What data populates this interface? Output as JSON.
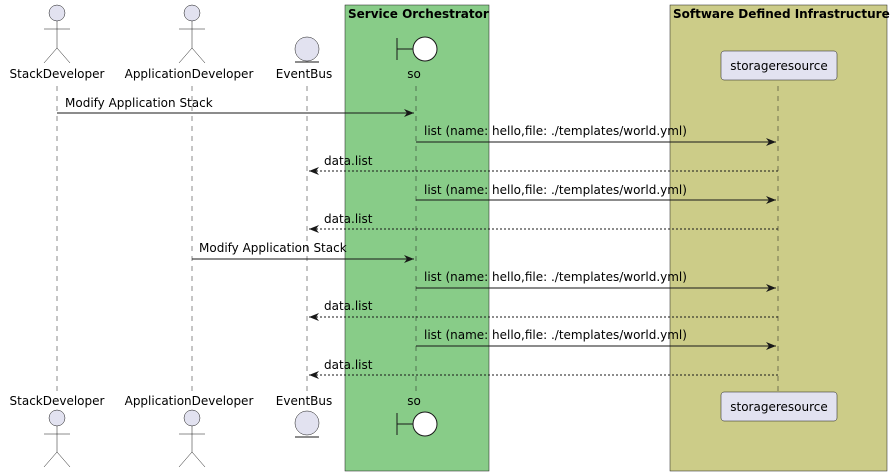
{
  "boxes": [
    {
      "title": "Service Orchestrator",
      "color": "#88CC88"
    },
    {
      "title": "Software Defined Infrastructure",
      "color": "#CCCC88"
    }
  ],
  "participants": [
    {
      "id": "StackDeveloper",
      "label": "StackDeveloper",
      "kind": "actor"
    },
    {
      "id": "ApplicationDeveloper",
      "label": "ApplicationDeveloper",
      "kind": "actor"
    },
    {
      "id": "EventBus",
      "label": "EventBus",
      "kind": "entity"
    },
    {
      "id": "so",
      "label": "so",
      "kind": "boundary"
    },
    {
      "id": "storageresource",
      "label": "storageresource",
      "kind": "participant"
    }
  ],
  "messages": [
    {
      "from": "StackDeveloper",
      "to": "so",
      "label": "Modify Application Stack",
      "style": "solid"
    },
    {
      "from": "so",
      "to": "storageresource",
      "label": "list (name: hello,file: ./templates/world.yml)",
      "style": "solid"
    },
    {
      "from": "storageresource",
      "to": "EventBus",
      "label": "data.list",
      "style": "dashed"
    },
    {
      "from": "so",
      "to": "storageresource",
      "label": "list (name: hello,file: ./templates/world.yml)",
      "style": "solid"
    },
    {
      "from": "storageresource",
      "to": "EventBus",
      "label": "data.list",
      "style": "dashed"
    },
    {
      "from": "ApplicationDeveloper",
      "to": "so",
      "label": "Modify Application Stack",
      "style": "solid"
    },
    {
      "from": "so",
      "to": "storageresource",
      "label": "list (name: hello,file: ./templates/world.yml)",
      "style": "solid"
    },
    {
      "from": "storageresource",
      "to": "EventBus",
      "label": "data.list",
      "style": "dashed"
    },
    {
      "from": "so",
      "to": "storageresource",
      "label": "list (name: hello,file: ./templates/world.yml)",
      "style": "solid"
    },
    {
      "from": "storageresource",
      "to": "EventBus",
      "label": "data.list",
      "style": "dashed"
    }
  ],
  "colors": {
    "participant_fill": "#E2E2F0",
    "participant_stroke": "#181818",
    "lifeline": "#181818",
    "arrow": "#181818"
  }
}
